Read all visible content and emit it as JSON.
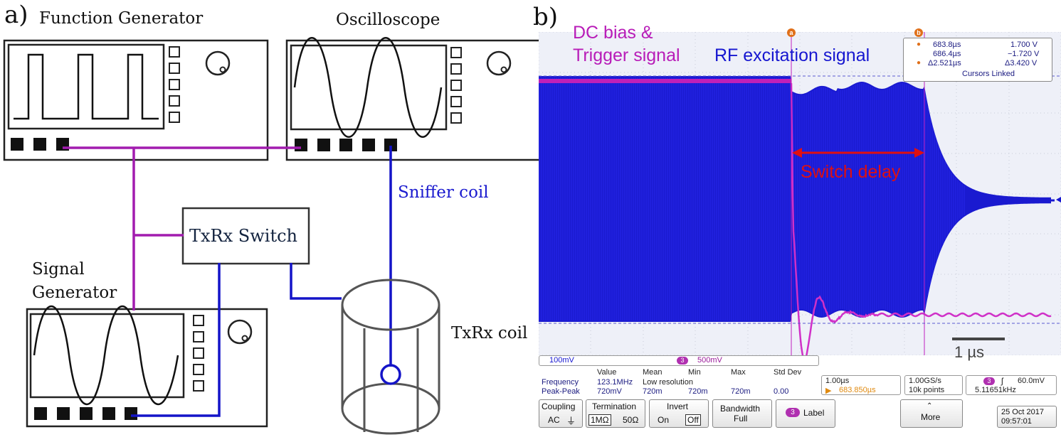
{
  "panel_a": {
    "letter": "a)",
    "function_generator": "Function Generator",
    "oscilloscope": "Oscilloscope",
    "signal_generator_line1": "Signal",
    "signal_generator_line2": "Generator",
    "txrx_switch": "TxRx Switch",
    "sniffer_coil": "Sniffer coil",
    "txrx_coil": "TxRx coil"
  },
  "panel_b": {
    "letter": "b)",
    "dc_bias_line1": "DC bias &",
    "dc_bias_line2": "Trigger signal",
    "rf_line": "RF excitation signal",
    "switch_delay": "Switch delay",
    "scale_bar": "1 µs",
    "cursor_a_marker": "a",
    "cursor_b_marker": "b",
    "cursor_box": {
      "row1_t": "683.8µs",
      "row1_v": "1.700 V",
      "row2_t": "686.4µs",
      "row2_v": "−1.720 V",
      "row3_t": "Δ2.521µs",
      "row3_v": "Δ3.420 V",
      "linked": "Cursors Linked"
    },
    "channel_bar": {
      "ch1_scale": "100mV",
      "ch3_num": "3",
      "ch3_scale": "500mV"
    },
    "measurements": {
      "headers": [
        "Value",
        "Mean",
        "Min",
        "Max",
        "Std Dev"
      ],
      "rows": [
        {
          "name": "Frequency",
          "value": "123.1MHz",
          "note": "Low resolution"
        },
        {
          "name": "Peak-Peak",
          "value": "720mV",
          "mean": "720m",
          "min": "720m",
          "max": "720m",
          "std": "0.00"
        }
      ]
    },
    "timebase": {
      "scale": "1.00µs",
      "position": "683.850µs"
    },
    "acquisition": {
      "rate": "1.00GS/s",
      "points": "10k points"
    },
    "trigger": {
      "channel": "3",
      "level": "60.0mV",
      "freq": "5.11651kHz"
    },
    "bottom_menu": {
      "coupling": "Coupling",
      "coupling_ac": "AC",
      "termination": "Termination",
      "term_1m": "1MΩ",
      "term_50": "50Ω",
      "invert": "Invert",
      "invert_on": "On",
      "invert_off": "Off",
      "bandwidth_line1": "Bandwidth",
      "bandwidth_line2": "Full",
      "label_num": "3",
      "label": "Label",
      "more": "More",
      "date": "25 Oct  2017",
      "time": "09:57:01"
    }
  },
  "colors": {
    "magenta": "#a21caf",
    "blue": "#1616d0",
    "red": "#e01010",
    "scope_bg": "#eef0f8"
  }
}
